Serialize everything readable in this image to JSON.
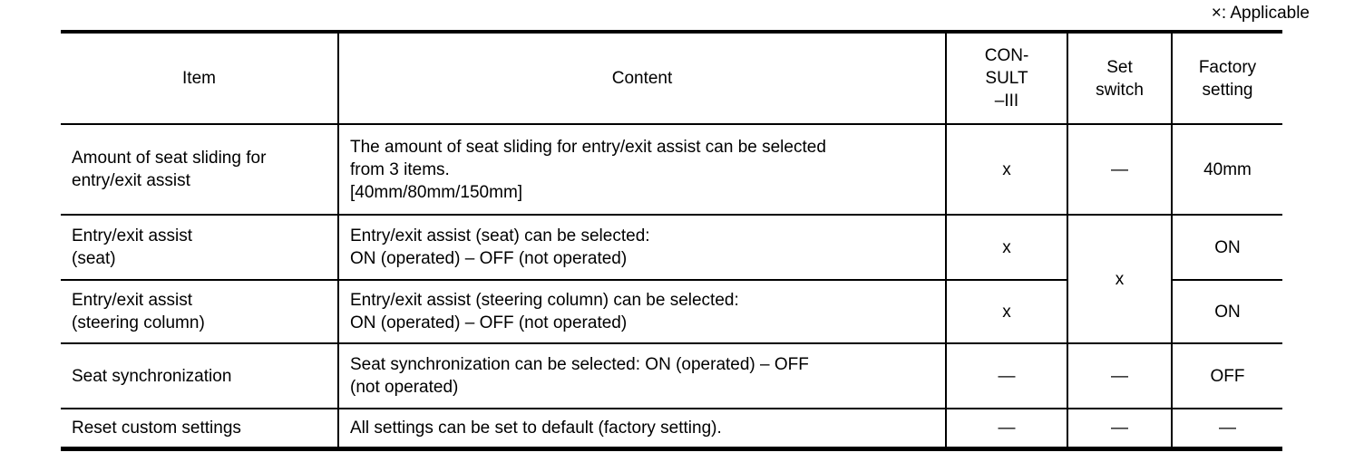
{
  "note": "×: Applicable",
  "table": {
    "headers": {
      "item": "Item",
      "content": "Content",
      "consult": "CON-\nSULT\n–III",
      "set_switch": "Set\nswitch",
      "factory": "Factory\nsetting"
    },
    "rows": [
      {
        "item": "Amount of seat sliding for\nentry/exit assist",
        "content": "The amount of seat sliding for entry/exit assist can be selected\nfrom 3 items.\n[40mm/80mm/150mm]",
        "consult": "x",
        "set_switch": "—",
        "factory": "40mm"
      },
      {
        "item": "Entry/exit assist\n(seat)",
        "content": "Entry/exit assist (seat) can be selected:\nON (operated) – OFF (not operated)",
        "consult": "x",
        "set_switch": "x",
        "factory": "ON"
      },
      {
        "item": "Entry/exit assist\n(steering column)",
        "content": "Entry/exit assist (steering column) can be selected:\nON (operated) – OFF (not operated)",
        "consult": "x",
        "factory": "ON"
      },
      {
        "item": "Seat synchronization",
        "content": "Seat synchronization can be selected: ON (operated) – OFF\n(not operated)",
        "consult": "—",
        "set_switch": "—",
        "factory": "OFF"
      },
      {
        "item": "Reset custom settings",
        "content": "All settings can be set to default (factory setting).",
        "consult": "—",
        "set_switch": "—",
        "factory": "—"
      }
    ]
  }
}
